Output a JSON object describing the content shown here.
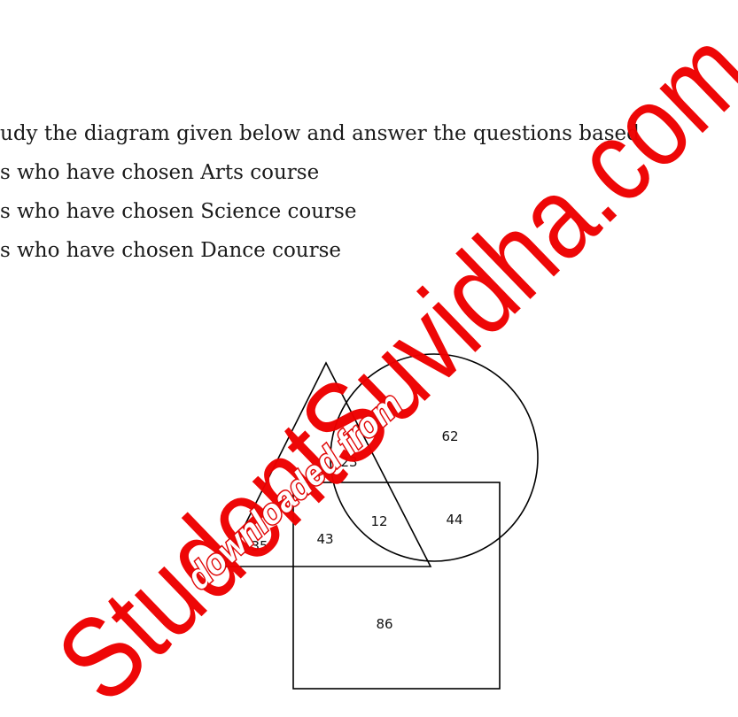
{
  "instructions": {
    "line1": "udy the diagram given below and answer the questions based",
    "line2": "s who have chosen Arts course",
    "line3": "s who have chosen Science course",
    "line4": "s who have chosen Dance course"
  },
  "diagram": {
    "region_values": {
      "triangle_only": "35",
      "triangle_square": "43",
      "triangle_circle_square": "12",
      "triangle_circle": "23",
      "circle_only": "62",
      "circle_square": "44",
      "square_only": "86"
    },
    "stroke_color": "#000000"
  },
  "watermark": {
    "main": "StudentSuvidha.com",
    "secondary": "downloaded from",
    "color": "#ee0000"
  }
}
